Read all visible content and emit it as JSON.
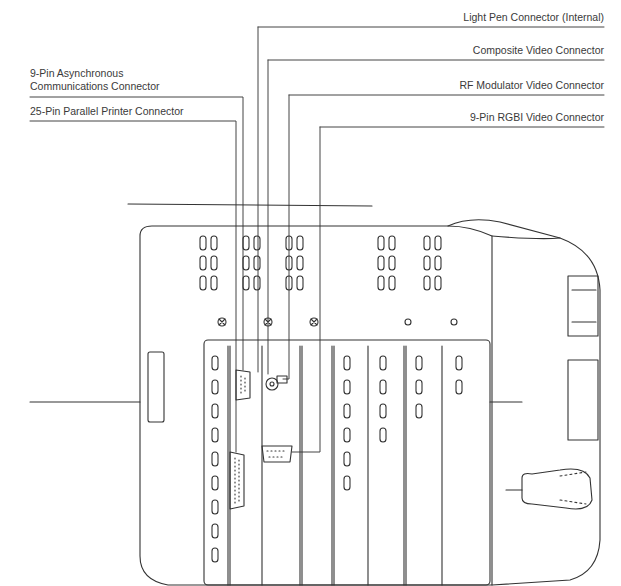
{
  "diagram": {
    "labels": [
      "Light Pen Connector (Internal)",
      "9-Pin Asynchronous Communications Connector",
      "Composite Video Connector",
      "25-Pin Parallel Printer Connector",
      "RF Modulator Video Connector",
      "9-Pin RGBI Video Connector"
    ]
  }
}
